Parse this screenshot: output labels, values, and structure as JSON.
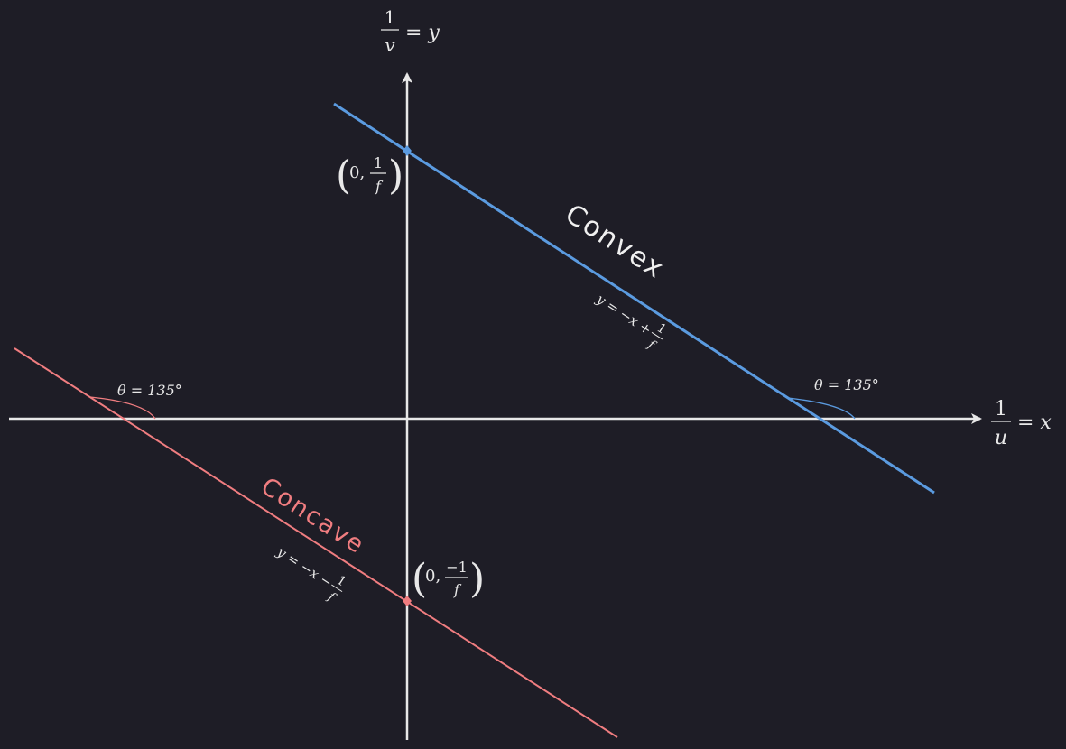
{
  "axes": {
    "y_label": {
      "num": "1",
      "den": "v",
      "rhs": "= y"
    },
    "x_label": {
      "num": "1",
      "den": "u",
      "rhs": "= x"
    }
  },
  "convex": {
    "color": "#5b9be0",
    "name": "Convex",
    "equation": {
      "lhs": "y = −x +",
      "num": "1",
      "den": "f"
    },
    "point": {
      "x": "0,",
      "num": "1",
      "den": "f"
    },
    "angle": "θ = 135°"
  },
  "concave": {
    "color": "#f07d80",
    "name": "Concave",
    "equation": {
      "lhs": "y = −x −",
      "num": "1",
      "den": "f"
    },
    "point": {
      "x": "0,",
      "num": "−1",
      "den": "f"
    },
    "angle": "θ = 135°"
  },
  "colors": {
    "background": "#1e1d26",
    "axis": "#e8e8e8"
  }
}
